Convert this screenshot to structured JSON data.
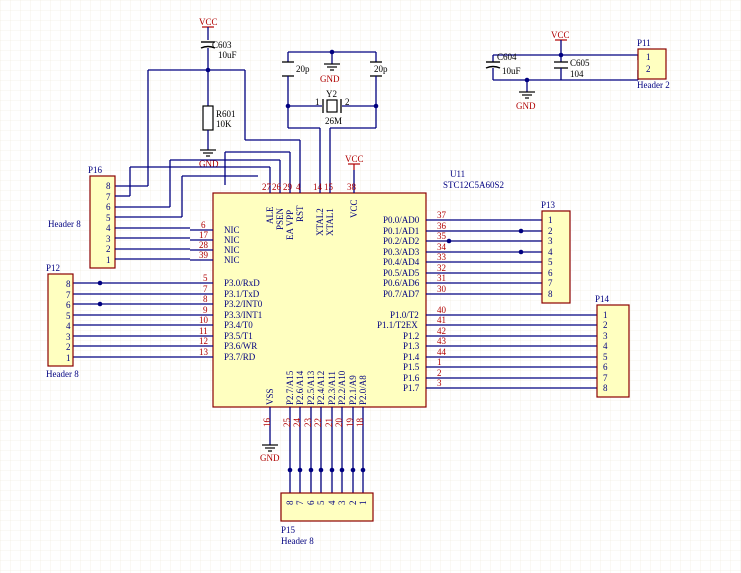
{
  "u11": {
    "ref": "U11",
    "part": "STC12C5A60S2",
    "vcc": "VCC",
    "vss": "VSS",
    "top_pins": [
      {
        "num": "27",
        "name": "ALE"
      },
      {
        "num": "26",
        "name": "PSEN"
      },
      {
        "num": "29",
        "name": "EA VPP"
      },
      {
        "num": "4",
        "name": "RST"
      },
      {
        "num": "14",
        "name": "XTAL2"
      },
      {
        "num": "15",
        "name": "XTAL1"
      },
      {
        "num": "38",
        "name": "VCC"
      }
    ],
    "left_nic": [
      {
        "num": "6",
        "name": "NIC"
      },
      {
        "num": "17",
        "name": "NIC"
      },
      {
        "num": "28",
        "name": "NIC"
      },
      {
        "num": "39",
        "name": "NIC"
      }
    ],
    "left_p3": [
      {
        "num": "5",
        "name": "P3.0/RxD"
      },
      {
        "num": "7",
        "name": "P3.1/TxD"
      },
      {
        "num": "8",
        "name": "P3.2/INT0"
      },
      {
        "num": "9",
        "name": "P3.3/INT1"
      },
      {
        "num": "10",
        "name": "P3.4/T0"
      },
      {
        "num": "11",
        "name": "P3.5/T1"
      },
      {
        "num": "12",
        "name": "P3.6/WR"
      },
      {
        "num": "13",
        "name": "P3.7/RD"
      }
    ],
    "right_p0": [
      {
        "num": "37",
        "name": "P0.0/AD0"
      },
      {
        "num": "36",
        "name": "P0.1/AD1"
      },
      {
        "num": "35",
        "name": "P0.2/AD2"
      },
      {
        "num": "34",
        "name": "P0.3/AD3"
      },
      {
        "num": "33",
        "name": "P0.4/AD4"
      },
      {
        "num": "32",
        "name": "P0.5/AD5"
      },
      {
        "num": "31",
        "name": "P0.6/AD6"
      },
      {
        "num": "30",
        "name": "P0.7/AD7"
      }
    ],
    "right_p1": [
      {
        "num": "40",
        "name": "P1.0/T2"
      },
      {
        "num": "41",
        "name": "P1.1/T2EX"
      },
      {
        "num": "42",
        "name": "P1.2"
      },
      {
        "num": "43",
        "name": "P1.3"
      },
      {
        "num": "44",
        "name": "P1.4"
      },
      {
        "num": "1",
        "name": "P1.5"
      },
      {
        "num": "2",
        "name": "P1.6"
      },
      {
        "num": "3",
        "name": "P1.7"
      }
    ],
    "bottom_pins": [
      {
        "num": "25",
        "name": "P2.7/A15"
      },
      {
        "num": "24",
        "name": "P2.6/A14"
      },
      {
        "num": "23",
        "name": "P2.5/A13"
      },
      {
        "num": "22",
        "name": "P2.4/A12"
      },
      {
        "num": "21",
        "name": "P2.3/A11"
      },
      {
        "num": "20",
        "name": "P2.2/A10"
      },
      {
        "num": "19",
        "name": "P2.1/A9"
      },
      {
        "num": "18",
        "name": "P2.0/A8"
      }
    ],
    "vss_pin": "16"
  },
  "power": {
    "vcc": "VCC",
    "gnd": "GND"
  },
  "c603": {
    "ref": "C603",
    "value": "10uF"
  },
  "r601": {
    "ref": "R601",
    "value": "10K"
  },
  "y2": {
    "ref": "Y2",
    "value": "26M",
    "pin1": "1",
    "pin2": "2"
  },
  "xtal_caps": {
    "left": "20p",
    "right": "20p"
  },
  "c604": {
    "ref": "C604",
    "value": "10uF"
  },
  "c605": {
    "ref": "C605",
    "value": "104"
  },
  "p11": {
    "ref": "P11",
    "name": "Header 2",
    "pins": [
      "1",
      "2"
    ]
  },
  "p16": {
    "ref": "P16",
    "name": "Header 8",
    "pins": [
      "8",
      "7",
      "6",
      "5",
      "4",
      "3",
      "2",
      "1"
    ]
  },
  "p12": {
    "ref": "P12",
    "name": "Header 8",
    "pins": [
      "8",
      "7",
      "6",
      "5",
      "4",
      "3",
      "2",
      "1"
    ]
  },
  "p13": {
    "ref": "P13",
    "name": "",
    "pins": [
      "1",
      "2",
      "3",
      "4",
      "5",
      "6",
      "7",
      "8"
    ]
  },
  "p14": {
    "ref": "P14",
    "name": "",
    "pins": [
      "1",
      "2",
      "3",
      "4",
      "5",
      "6",
      "7",
      "8"
    ]
  },
  "p15": {
    "ref": "P15",
    "name": "Header 8",
    "pins": [
      "8",
      "7",
      "6",
      "5",
      "4",
      "3",
      "2",
      "1"
    ]
  }
}
